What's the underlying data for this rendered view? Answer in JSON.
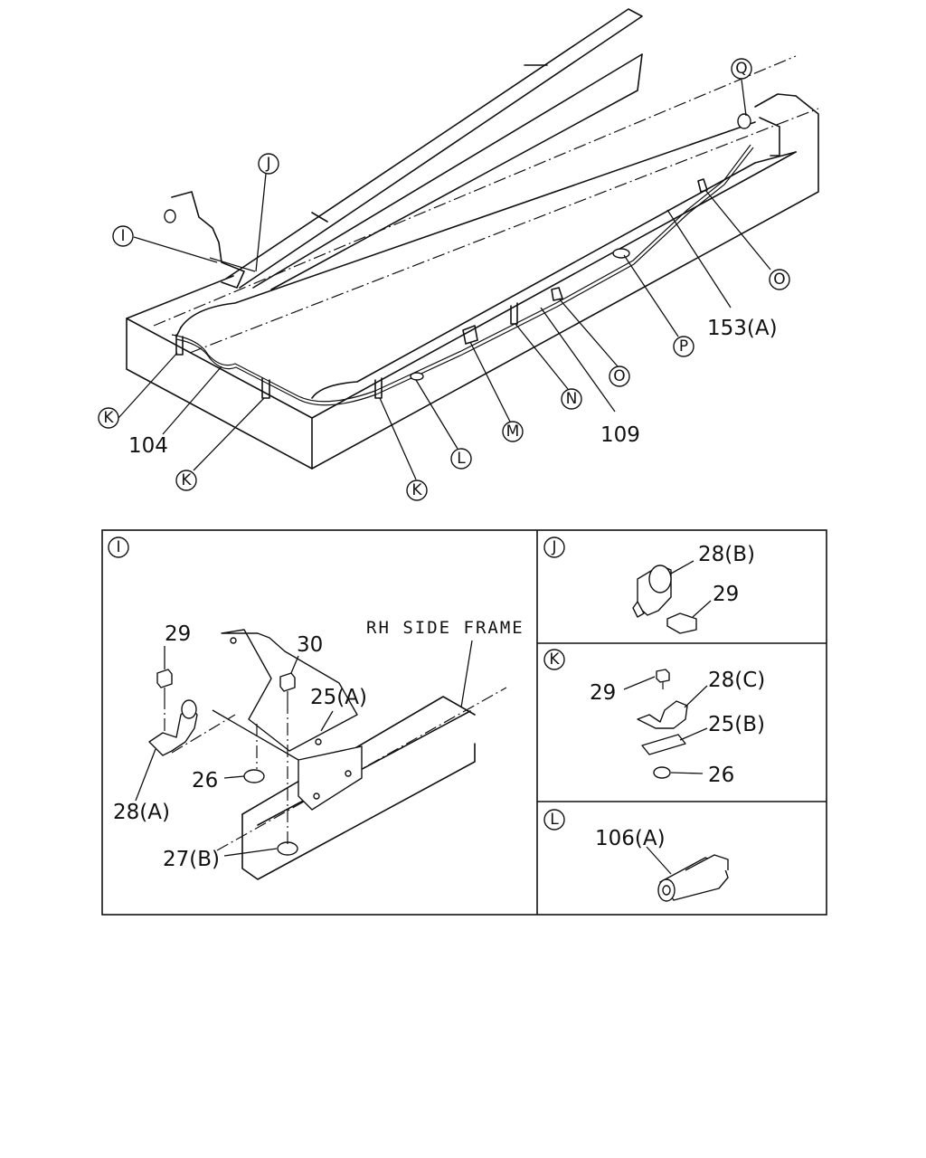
{
  "callouts": {
    "I": "I",
    "J": "J",
    "K1": "K",
    "K2": "K",
    "K3": "K",
    "L": "L",
    "M": "M",
    "N": "N",
    "O1": "O",
    "O2": "O",
    "P": "P",
    "Q": "Q"
  },
  "top_labels": {
    "p104": "104",
    "p109": "109",
    "p153A": "153(A)"
  },
  "detail_I": {
    "letter": "I",
    "frame_label": "RH SIDE FRAME",
    "p29": "29",
    "p30": "30",
    "p25A": "25(A)",
    "p26": "26",
    "p28A": "28(A)",
    "p27B": "27(B)"
  },
  "detail_J": {
    "letter": "J",
    "p28B": "28(B)",
    "p29": "29"
  },
  "detail_K": {
    "letter": "K",
    "p29": "29",
    "p28C": "28(C)",
    "p25B": "25(B)",
    "p26": "26"
  },
  "detail_L": {
    "letter": "L",
    "p106A": "106(A)"
  }
}
